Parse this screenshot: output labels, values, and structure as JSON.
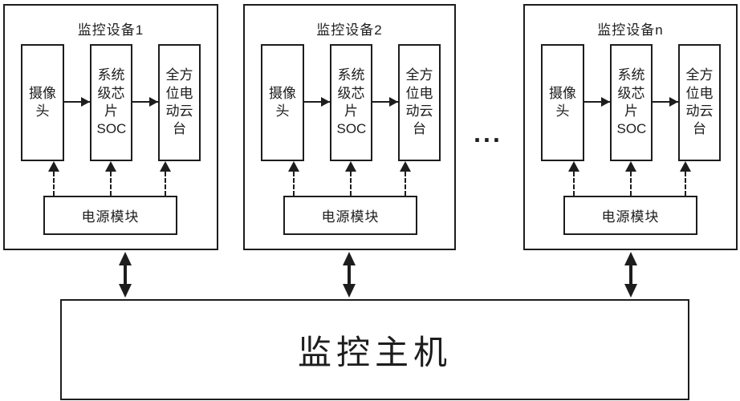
{
  "diagram": {
    "devices": [
      {
        "title": "监控设备1",
        "components": [
          {
            "label": "摄像头"
          },
          {
            "label": "系统级芯片\nSOC"
          },
          {
            "label": "全方位电动云台"
          }
        ],
        "power_label": "电源模块"
      },
      {
        "title": "监控设备2",
        "components": [
          {
            "label": "摄像头"
          },
          {
            "label": "系统级芯片\nSOC"
          },
          {
            "label": "全方位电动云台"
          }
        ],
        "power_label": "电源模块"
      },
      {
        "title": "监控设备n",
        "components": [
          {
            "label": "摄像头"
          },
          {
            "label": "系统级芯片\nSOC"
          },
          {
            "label": "全方位电动云台"
          }
        ],
        "power_label": "电源模块"
      }
    ],
    "ellipsis": "...",
    "host_label": "监控主机",
    "colors": {
      "line": "#1d1d1d",
      "background": "#ffffff"
    }
  }
}
